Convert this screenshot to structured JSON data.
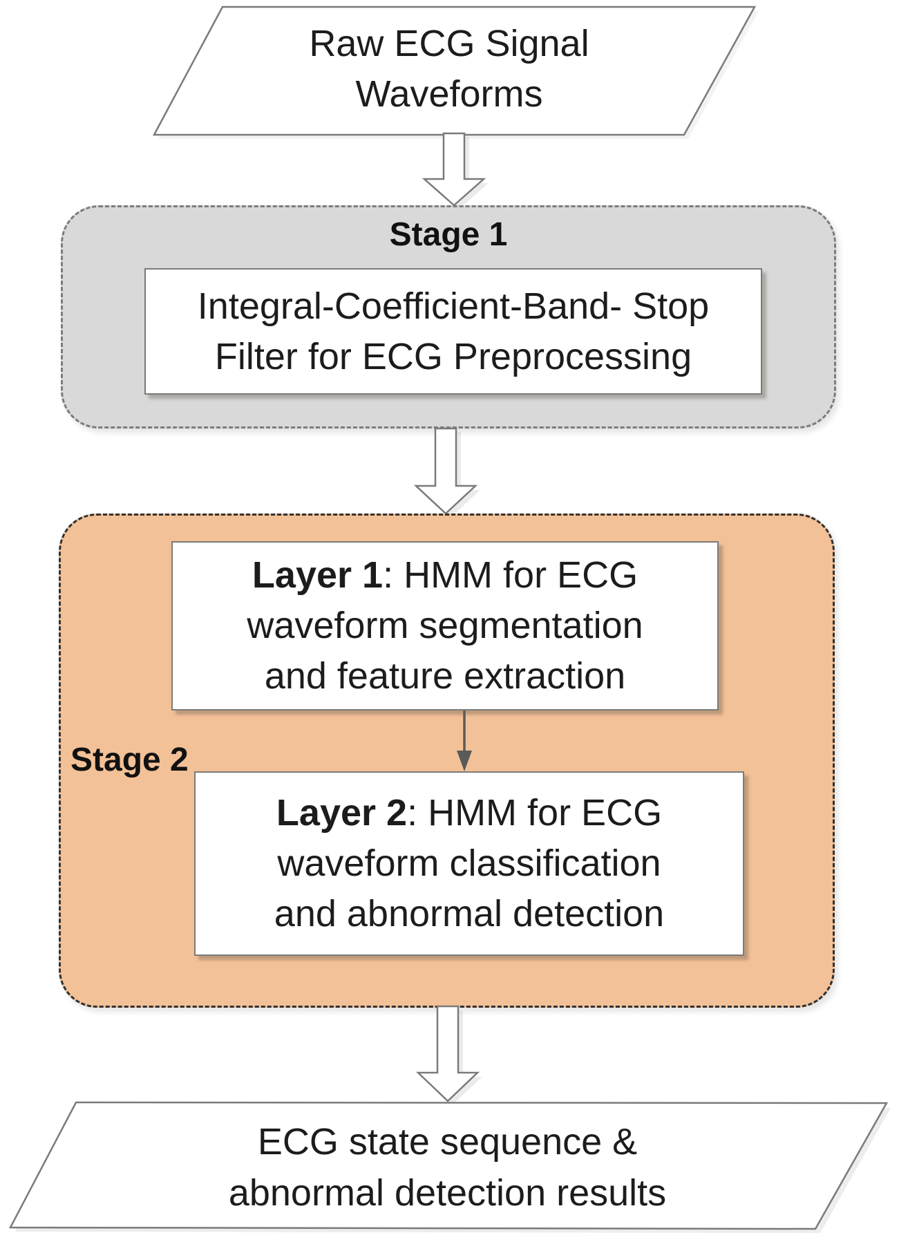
{
  "figure": {
    "input_node": {
      "line1": "Raw ECG Signal",
      "line2": "Waveforms"
    },
    "stage1": {
      "label": "Stage 1",
      "box": {
        "line1": "Integral-Coefficient-Band- Stop",
        "line2": "Filter for ECG Preprocessing"
      }
    },
    "stage2": {
      "label": "Stage 2",
      "layer1": {
        "bold": "Layer 1",
        "after_bold": ": HMM for ECG",
        "line2": "waveform segmentation",
        "line3": "and feature extraction"
      },
      "layer2": {
        "bold": "Layer 2",
        "after_bold": ": HMM for ECG",
        "line2": "waveform classification",
        "line3": "and abnormal detection"
      }
    },
    "output_node": {
      "line1": "ECG state sequence &",
      "line2": "abnormal detection results"
    },
    "colors": {
      "stage1_fill": "#d9d9d9",
      "stage1_border": "#7c7c7c",
      "stage2_fill": "#f3c197",
      "stage2_border": "#303030",
      "box_border": "#7a7a7a",
      "shape_outline": "#7a7a7a",
      "thin_arrow": "#5a5a5a",
      "text": "#1c1c1c",
      "background": "#ffffff"
    }
  }
}
